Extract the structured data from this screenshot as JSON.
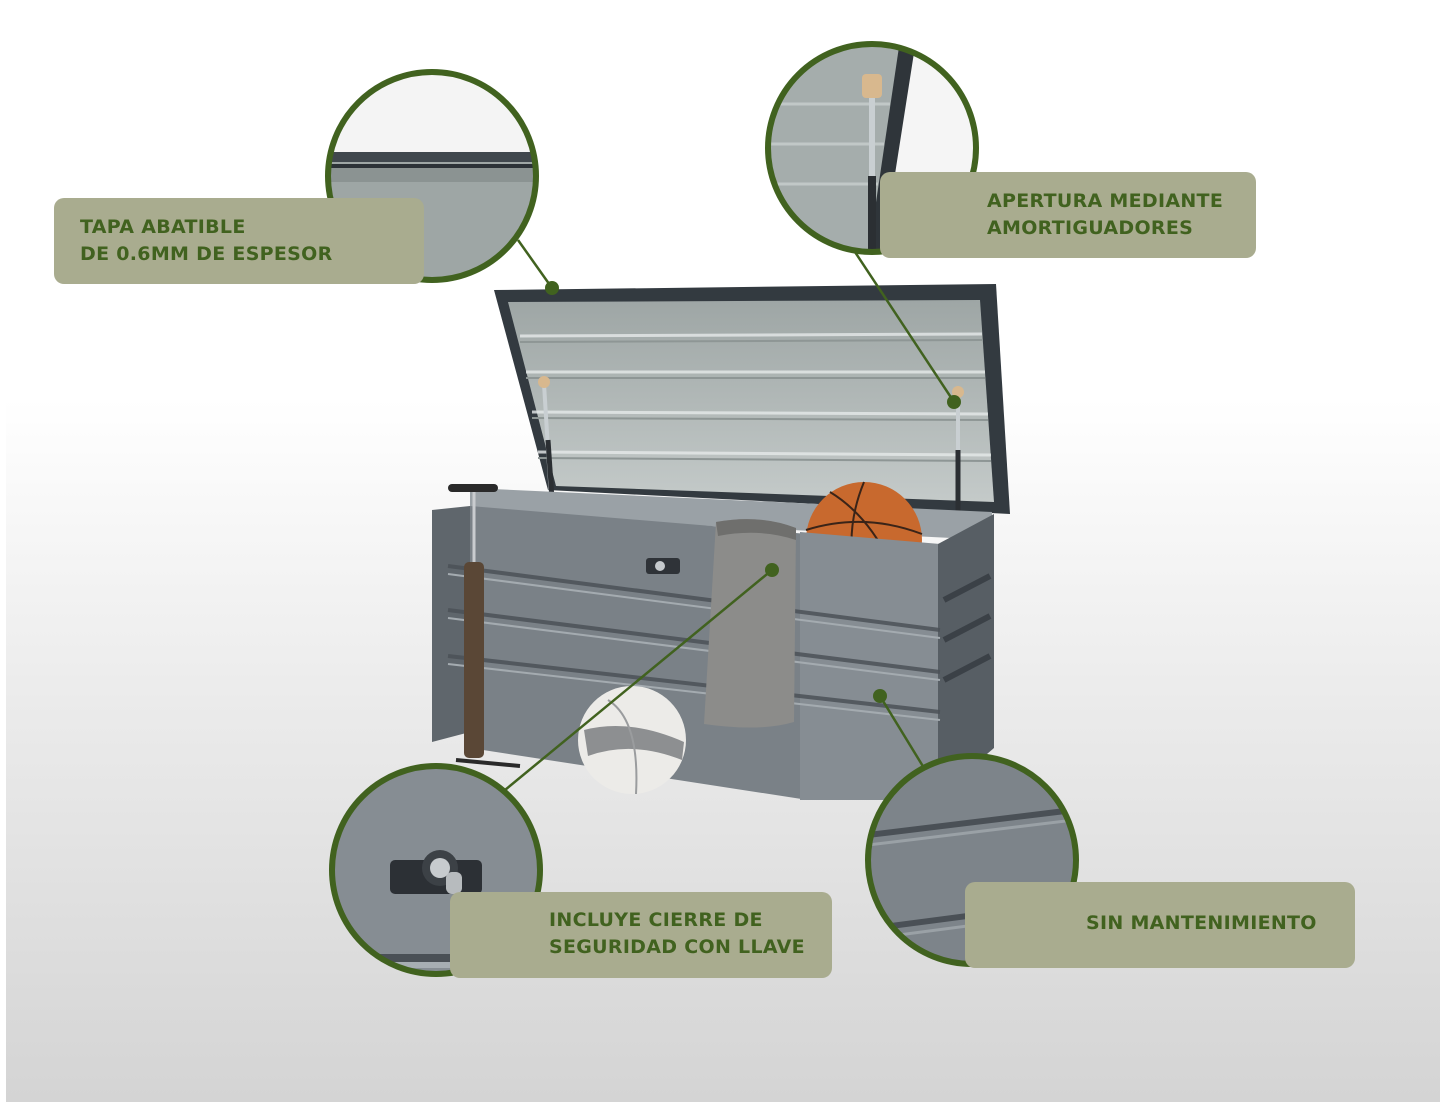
{
  "callouts": {
    "lid": {
      "line1": "TAPA ABATIBLE",
      "line2": "DE 0.6MM DE ESPESOR"
    },
    "shocks": {
      "line1": "APERTURA MEDIANTE",
      "line2": "AMORTIGUADORES"
    },
    "lock": {
      "line1": "INCLUYE CIERRE DE",
      "line2": "SEGURIDAD CON LLAVE"
    },
    "maintenance": {
      "line1": "SIN MANTENIMIENTO"
    }
  },
  "colors": {
    "accent_green": "#41621f",
    "label_background": "#a9ac8f",
    "box_anthracite": "#757c82",
    "lid_interior": "#b6bdbc"
  },
  "icons": [
    "lock-icon"
  ]
}
